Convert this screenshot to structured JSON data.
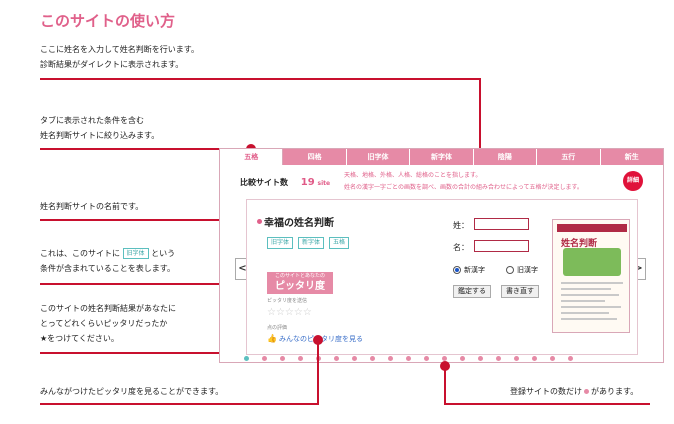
{
  "page": {
    "title": "このサイトの使い方"
  },
  "annotations": {
    "a1_line1": "ここに姓名を入力して姓名判断を行います。",
    "a1_line2": "診断結果がダイレクトに表示されます。",
    "a2_line1": "タブに表示された条件を含む",
    "a2_line2": "姓名判断サイトに絞り込みます。",
    "a3": "姓名判断サイトの名前です。",
    "a4_pre": "これは、このサイトに",
    "a4_tag": "旧字体",
    "a4_post": "という",
    "a4_line2": "条件が含まれていることを表します。",
    "a5_line1": "このサイトの姓名判断結果があなたに",
    "a5_line2": "とってどれくらいピッタリだったか",
    "a5_line3": "★をつけてください。",
    "a6": "みんながつけたピッタリ度を見ることができます。",
    "a7_pre": "登録サイトの数だけ",
    "a7_post": "があります。"
  },
  "tabs": [
    "五格",
    "四格",
    "旧字体",
    "新字体",
    "陰陽",
    "五行",
    "新生"
  ],
  "widget": {
    "count_label": "比較サイト数",
    "count_value": "19",
    "count_unit": "site",
    "condition_line1": "天格、地格、外格、人格、総格のことを指します。",
    "condition_line2": "姓名の漢字一字ごとの画数を調べ、画数の合計の組み合わせによって五格が決定します。",
    "detail_label": "詳細",
    "prev_label": "<",
    "next_label": ">"
  },
  "site": {
    "name": "幸福の姓名判断",
    "tags": [
      "旧字体",
      "新字体",
      "五格"
    ],
    "fit_small": "このサイトとあなたの",
    "fit_big": "ピッタリ度",
    "fit_sub": "ピッタリ度を送信",
    "stars": "☆☆☆☆☆",
    "rating": 0,
    "score_label": "点の評価",
    "view_link": "みんなのピッタリ度を見る"
  },
  "form": {
    "sei_label": "姓：",
    "mei_label": "名：",
    "radio_new": "新漢字",
    "radio_old": "旧漢字",
    "selected": "新漢字",
    "submit_label": "鑑定する",
    "reset_label": "書き直す"
  },
  "preview": {
    "title": "姓名判断"
  },
  "pagination": {
    "count": 19,
    "active": 1
  },
  "colors": {
    "accent_pink": "#e0608a",
    "annotation_red": "#c8102e",
    "tag_teal": "#5cbfbf"
  }
}
